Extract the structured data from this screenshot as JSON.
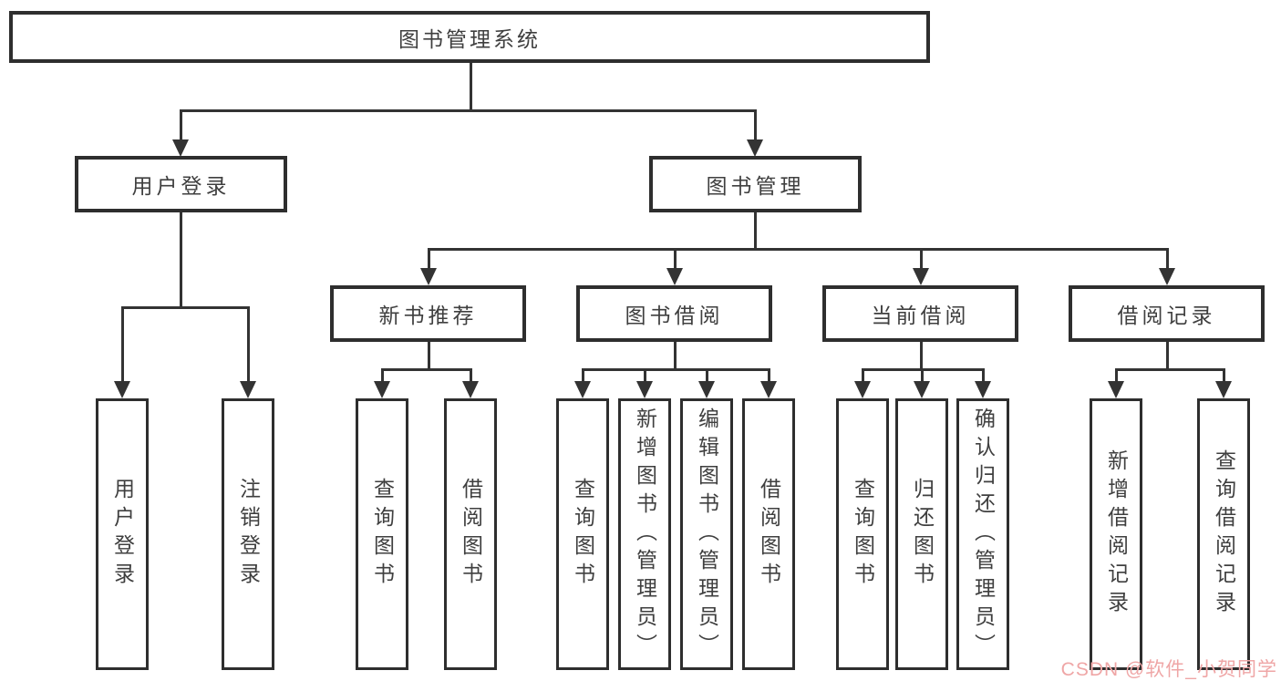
{
  "diagram": {
    "root": {
      "label": "图书管理系统"
    },
    "level2": [
      {
        "id": "user-login",
        "label": "用户登录",
        "parent": "图书管理系统"
      },
      {
        "id": "book-management",
        "label": "图书管理",
        "parent": "图书管理系统"
      }
    ],
    "level3": [
      {
        "id": "new-book-recommendation",
        "label": "新书推荐",
        "parent": "图书管理"
      },
      {
        "id": "book-borrowing",
        "label": "图书借阅",
        "parent": "图书管理"
      },
      {
        "id": "current-borrowing",
        "label": "当前借阅",
        "parent": "图书管理"
      },
      {
        "id": "borrowing-records",
        "label": "借阅记录",
        "parent": "图书管理"
      }
    ],
    "leaves": [
      {
        "label": "用户登录",
        "parent": "用户登录"
      },
      {
        "label": "注销登录",
        "parent": "用户登录"
      },
      {
        "label": "查询图书",
        "parent": "新书推荐"
      },
      {
        "label": "借阅图书",
        "parent": "新书推荐"
      },
      {
        "label": "查询图书",
        "parent": "图书借阅"
      },
      {
        "label": "新增图书（管理员）",
        "parent": "图书借阅"
      },
      {
        "label": "编辑图书（管理员）",
        "parent": "图书借阅"
      },
      {
        "label": "借阅图书",
        "parent": "图书借阅"
      },
      {
        "label": "查询图书",
        "parent": "当前借阅"
      },
      {
        "label": "归还图书",
        "parent": "当前借阅"
      },
      {
        "label": "确认归还（管理员）",
        "parent": "当前借阅"
      },
      {
        "label": "新增借阅记录",
        "parent": "借阅记录"
      },
      {
        "label": "查询借阅记录",
        "parent": "借阅记录"
      }
    ]
  },
  "watermark": {
    "text": "CSDN @软件_小贺同学",
    "color": "#efa6a6"
  },
  "colors": {
    "line": "#333333",
    "box_border": "#2e2e2e",
    "text": "#3f3f3f",
    "background": "#ffffff"
  }
}
